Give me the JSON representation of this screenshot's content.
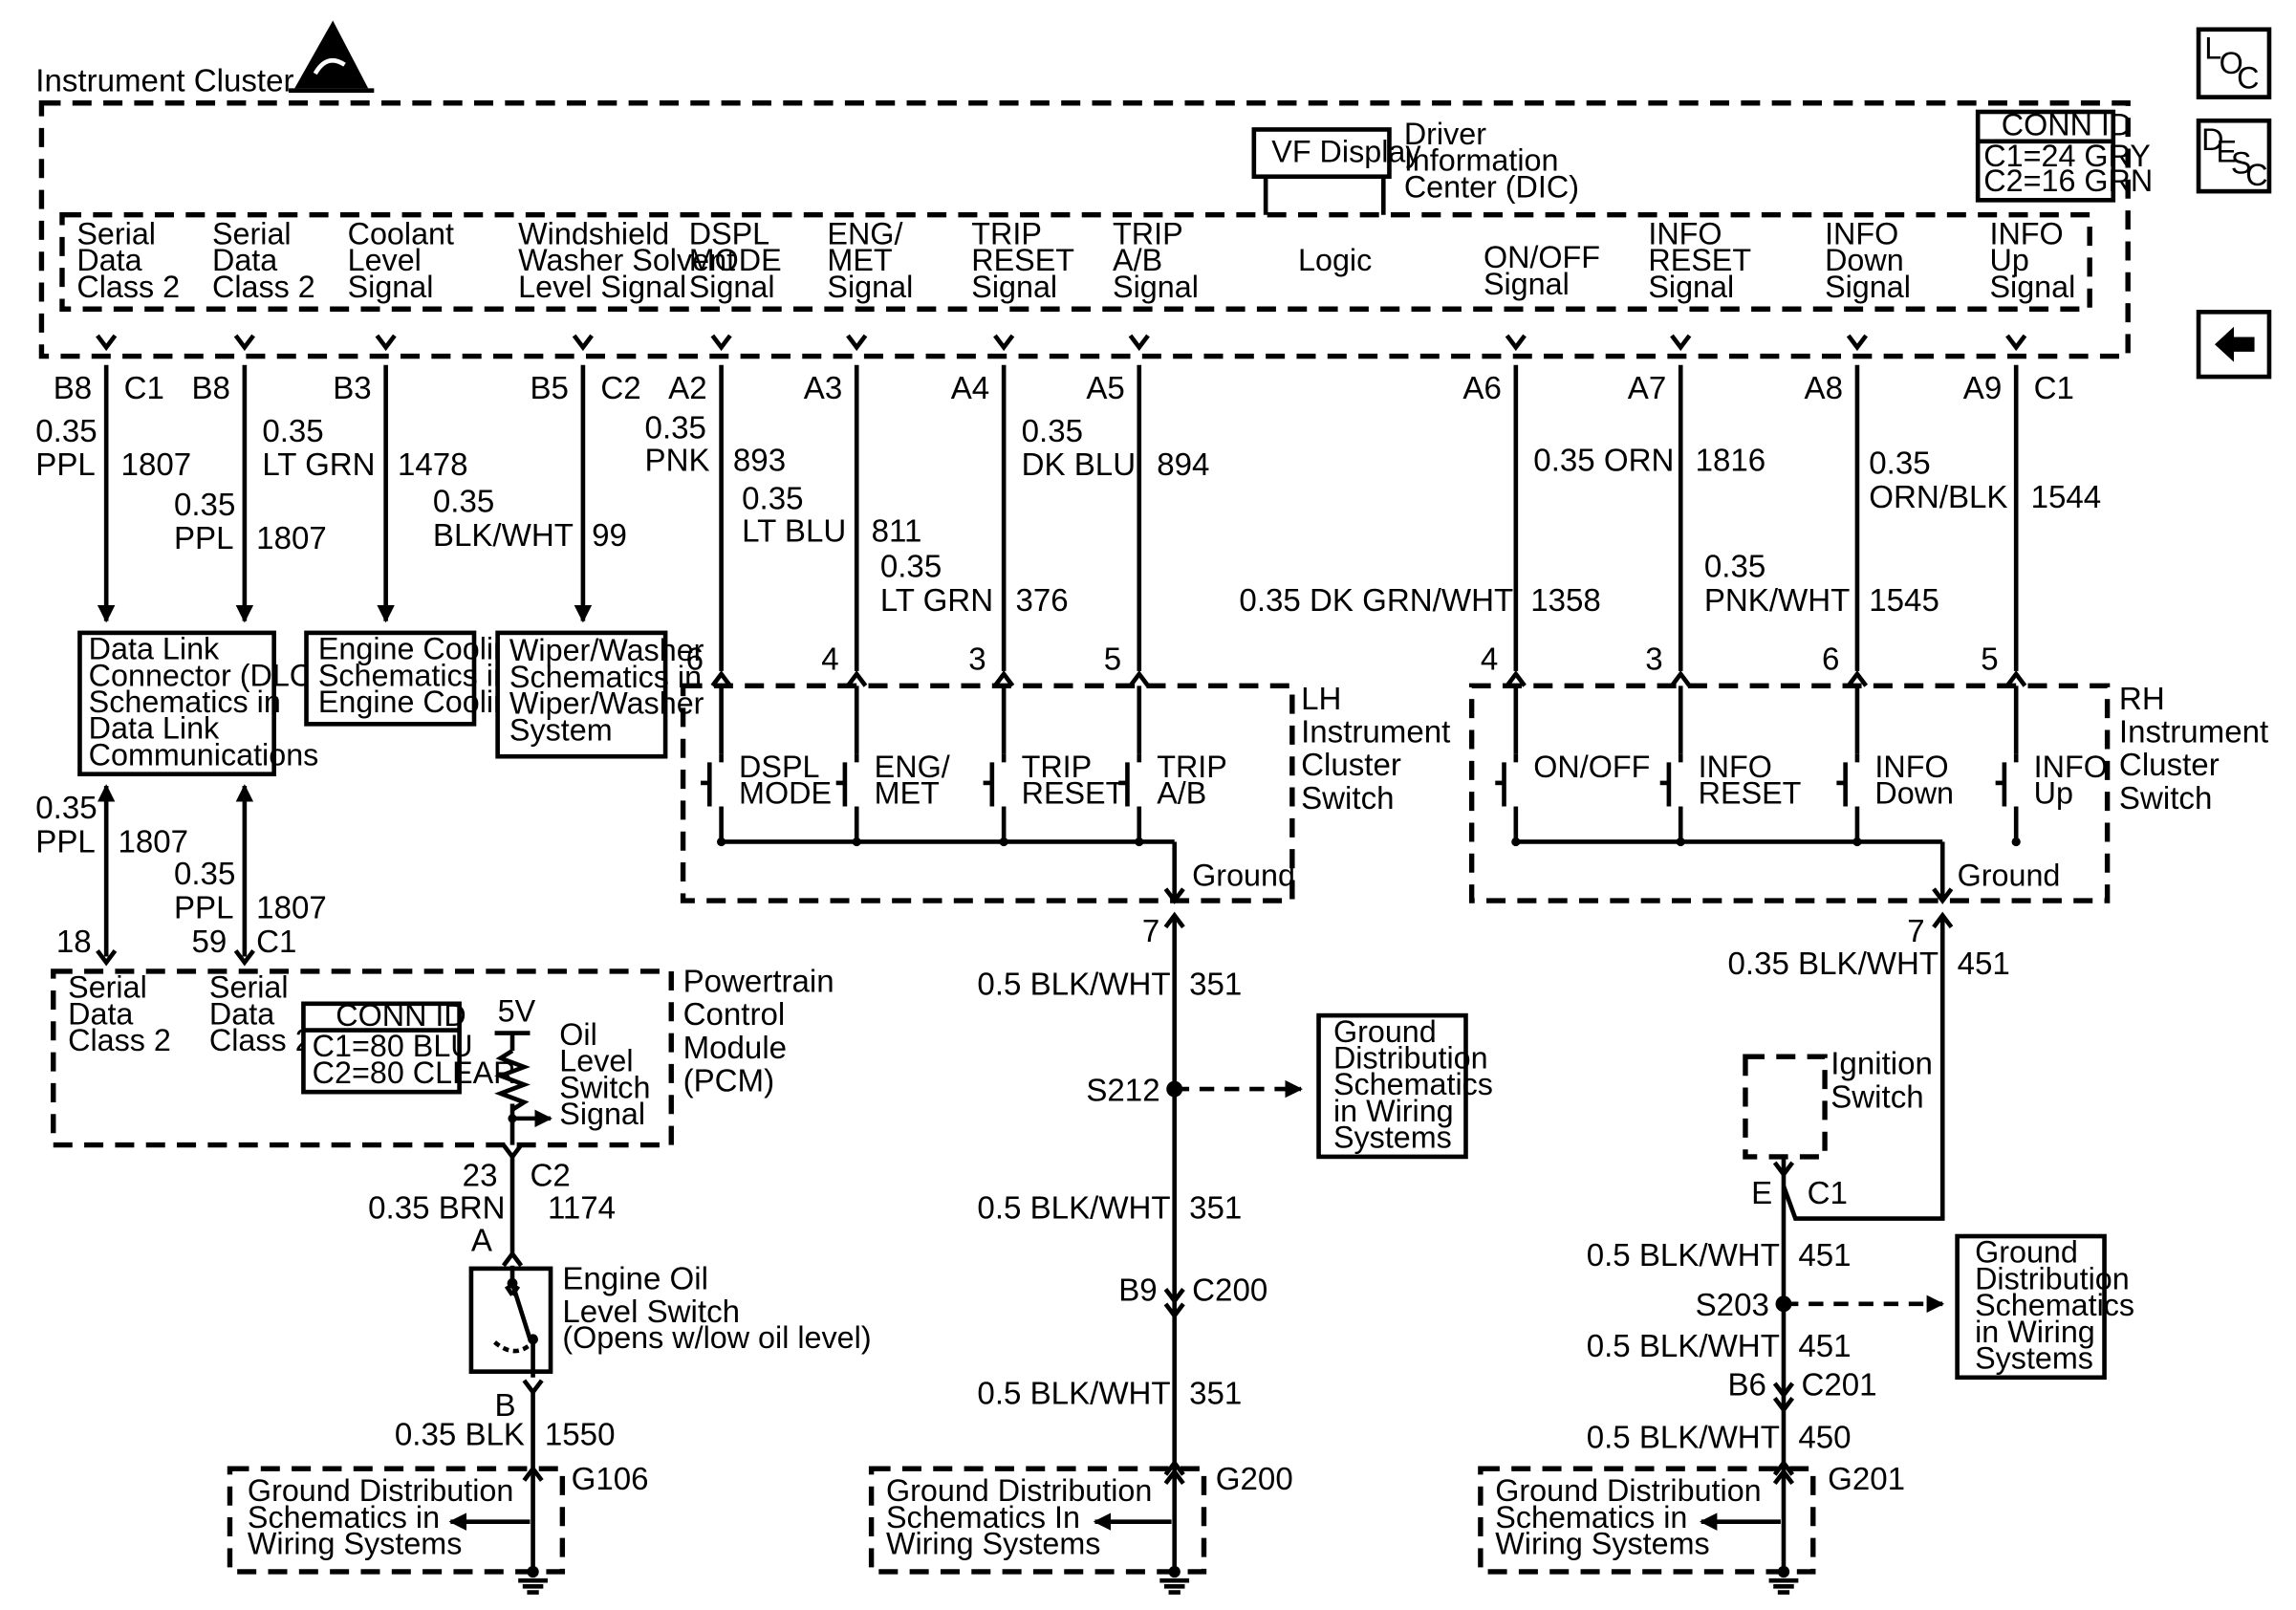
{
  "header": {
    "title": "Instrument Cluster"
  },
  "nav": {
    "loc_letters": [
      "L",
      "O",
      "C"
    ],
    "desc_letters": [
      "D",
      "E",
      "S",
      "C"
    ]
  },
  "conn_cluster": {
    "title": "CONN ID",
    "c1": "C1=24 GRY",
    "c2": "C2=16 GRN"
  },
  "dic": {
    "box": "VF Display",
    "label": [
      "Driver",
      "Information",
      "Center (DIC)"
    ],
    "logic": "Logic"
  },
  "cluster_signals": [
    [
      "Serial",
      "Data",
      "Class 2"
    ],
    [
      "Serial",
      "Data",
      "Class 2"
    ],
    [
      "Coolant",
      "Level",
      "Signal"
    ],
    [
      "Windshield",
      "Washer Solvent",
      "Level Signal"
    ],
    [
      "DSPL",
      "MODE",
      "Signal"
    ],
    [
      "ENG/",
      "MET",
      "Signal"
    ],
    [
      "TRIP",
      "RESET",
      "Signal"
    ],
    [
      "TRIP",
      "A/B",
      "Signal"
    ],
    [
      "ON/OFF",
      "Signal"
    ],
    [
      "INFO",
      "RESET",
      "Signal"
    ],
    [
      "INFO",
      "Down",
      "Signal"
    ],
    [
      "INFO",
      "Up",
      "Signal"
    ]
  ],
  "cluster_pins": [
    {
      "pin": "B8",
      "conn": "C1"
    },
    {
      "pin": "B8",
      "conn": ""
    },
    {
      "pin": "B3",
      "conn": ""
    },
    {
      "pin": "B5",
      "conn": "C2"
    },
    {
      "pin": "A2",
      "conn": ""
    },
    {
      "pin": "A3",
      "conn": ""
    },
    {
      "pin": "A4",
      "conn": ""
    },
    {
      "pin": "A5",
      "conn": ""
    },
    {
      "pin": "A6",
      "conn": ""
    },
    {
      "pin": "A7",
      "conn": ""
    },
    {
      "pin": "A8",
      "conn": ""
    },
    {
      "pin": "A9",
      "conn": "C1"
    }
  ],
  "wires": [
    {
      "size": "0.35",
      "color": "PPL",
      "circuit": "1807"
    },
    {
      "size": "0.35",
      "color": "PPL",
      "circuit": "1807"
    },
    {
      "size": "0.35",
      "color": "LT GRN",
      "circuit": "1478"
    },
    {
      "size": "0.35",
      "color": "BLK/WHT",
      "circuit": "99"
    },
    {
      "size": "0.35",
      "color": "PNK",
      "circuit": "893"
    },
    {
      "size": "0.35",
      "color": "LT BLU",
      "circuit": "811"
    },
    {
      "size": "0.35",
      "color": "LT GRN",
      "circuit": "376"
    },
    {
      "size": "0.35",
      "color": "DK BLU",
      "circuit": "894"
    },
    {
      "size": "0.35 DK GRN/WHT",
      "color": "",
      "circuit": "1358"
    },
    {
      "size": "0.35 ORN",
      "color": "",
      "circuit": "1816"
    },
    {
      "size": "0.35",
      "color": "PNK/WHT",
      "circuit": "1545"
    },
    {
      "size": "0.35",
      "color": "ORN/BLK",
      "circuit": "1544"
    }
  ],
  "dlc_box": [
    "Data Link",
    "Connector (DLC)",
    "Schematics in",
    "Data Link",
    "Communications"
  ],
  "cooling_box": [
    "Engine Cooling",
    "Schematics in",
    "Engine Cooling"
  ],
  "wiper_box": [
    "Wiper/Washer",
    "Schematics in",
    "Wiper/Washer",
    "System"
  ],
  "lh_switch": {
    "title": [
      "LH",
      "Instrument",
      "Cluster",
      "Switch"
    ],
    "pins": [
      "6",
      "4",
      "3",
      "5"
    ],
    "switches": [
      [
        "DSPL",
        "MODE"
      ],
      [
        "ENG/",
        "MET"
      ],
      [
        "TRIP",
        "RESET"
      ],
      [
        "TRIP",
        "A/B"
      ]
    ],
    "ground": "Ground"
  },
  "rh_switch": {
    "title": [
      "RH",
      "Instrument",
      "Cluster",
      "Switch"
    ],
    "pins": [
      "4",
      "3",
      "6",
      "5"
    ],
    "switches": [
      [
        "ON/OFF"
      ],
      [
        "INFO",
        "RESET"
      ],
      [
        "INFO",
        "Down"
      ],
      [
        "INFO",
        "Up"
      ]
    ],
    "ground": "Ground"
  },
  "pcm": {
    "title": [
      "Powertrain",
      "Control",
      "Module",
      "(PCM)"
    ],
    "signals": [
      [
        "Serial",
        "Data",
        "Class 2"
      ],
      [
        "Serial",
        "Data",
        "Class 2"
      ]
    ],
    "conn_title": "CONN ID",
    "c1": "C1=80 BLU",
    "c2": "C2=80 CLEAR",
    "voltage": "5V",
    "oil_signal": [
      "Oil",
      "Level",
      "Switch",
      "Signal"
    ],
    "pins_top": {
      "left_pin": "18",
      "right_pin": "59",
      "right_conn": "C1"
    },
    "wires_top": [
      {
        "size": "0.35",
        "color": "PPL",
        "circuit": "1807"
      },
      {
        "size": "0.35",
        "color": "PPL",
        "circuit": "1807"
      }
    ],
    "pin_bottom": {
      "pin": "23",
      "conn": "C2"
    },
    "wire_bottom": {
      "text": "0.35 BRN",
      "circuit": "1174"
    }
  },
  "oil_switch": {
    "pin_a": "A",
    "title": [
      "Engine Oil",
      "Level Switch"
    ],
    "note": "(Opens w/low oil level)",
    "pin_b": "B",
    "wire": {
      "text": "0.35 BLK",
      "circuit": "1550"
    },
    "ground_id": "G106",
    "ground_box": [
      "Ground Distribution",
      "Schematics in",
      "Wiring Systems"
    ]
  },
  "lh_ground": {
    "pin": "7",
    "wire1": {
      "text": "0.5 BLK/WHT",
      "circuit": "351"
    },
    "splice": "S212",
    "splice_box": [
      "Ground",
      "Distribution",
      "Schematics",
      "in Wiring",
      "Systems"
    ],
    "wire2": {
      "text": "0.5 BLK/WHT",
      "circuit": "351"
    },
    "conn": {
      "pin": "B9",
      "conn": "C200"
    },
    "wire3": {
      "text": "0.5 BLK/WHT",
      "circuit": "351"
    },
    "ground_id": "G200",
    "ground_box": [
      "Ground Distribution",
      "Schematics In",
      "Wiring Systems"
    ]
  },
  "rh_ground": {
    "pin": "7",
    "wire1": {
      "text": "0.35 BLK/WHT",
      "circuit": "451"
    },
    "ignition": [
      "Ignition",
      "Switch"
    ],
    "ign_conn": {
      "pin": "E",
      "conn": "C1"
    },
    "wire2": {
      "text": "0.5 BLK/WHT",
      "circuit": "451"
    },
    "splice": "S203",
    "splice_box": [
      "Ground",
      "Distribution",
      "Schematics",
      "in Wiring",
      "Systems"
    ],
    "wire3": {
      "text": "0.5 BLK/WHT",
      "circuit": "451"
    },
    "conn": {
      "pin": "B6",
      "conn": "C201"
    },
    "wire4": {
      "text": "0.5 BLK/WHT",
      "circuit": "450"
    },
    "ground_id": "G201",
    "ground_box": [
      "Ground Distribution",
      "Schematics in",
      "Wiring Systems"
    ]
  }
}
